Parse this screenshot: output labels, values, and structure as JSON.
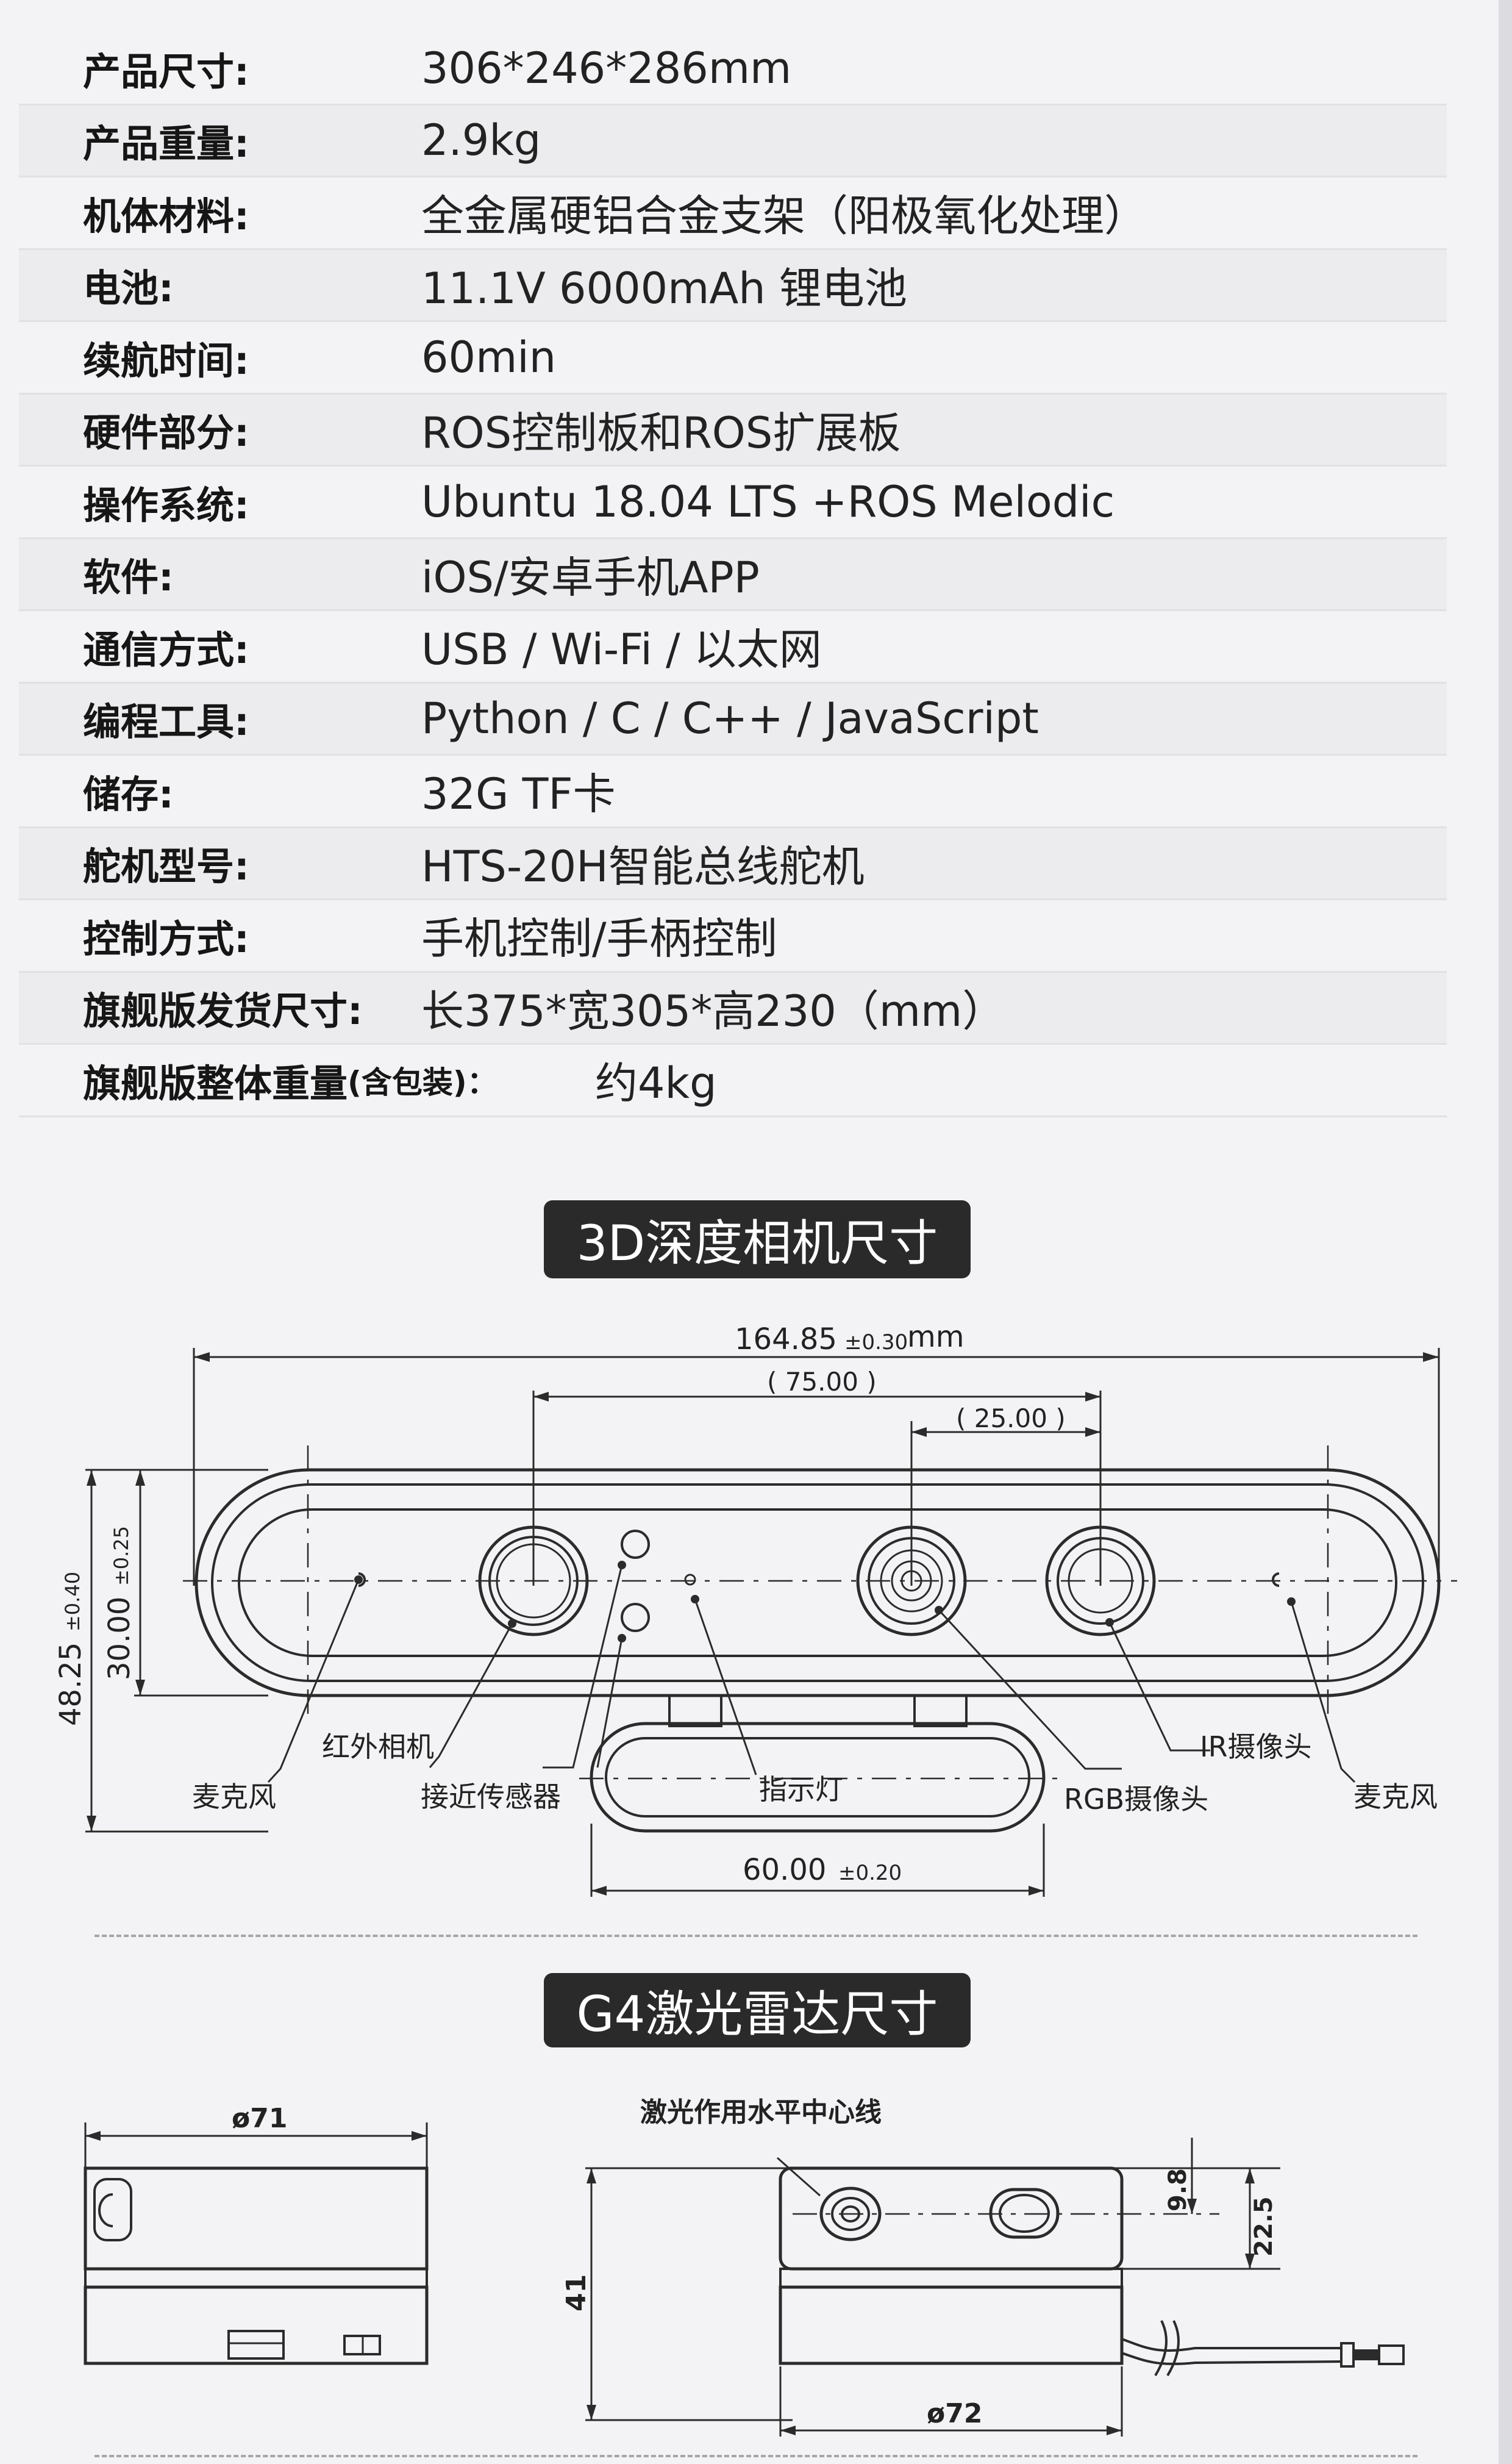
{
  "specs": [
    {
      "label": "产品尺寸:",
      "value": "306*246*286mm"
    },
    {
      "label": "产品重量:",
      "value": "2.9kg"
    },
    {
      "label": "机体材料:",
      "value": "全金属硬铝合金支架（阳极氧化处理）"
    },
    {
      "label": "电池:",
      "value": "11.1V 6000mAh 锂电池"
    },
    {
      "label": "续航时间:",
      "value": "60min"
    },
    {
      "label": "硬件部分:",
      "value": "ROS控制板和ROS扩展板"
    },
    {
      "label": "操作系统:",
      "value": "Ubuntu 18.04 LTS +ROS Melodic"
    },
    {
      "label": "软件:",
      "value": "iOS/安卓手机APP"
    },
    {
      "label": "通信方式:",
      "value": "USB / Wi-Fi / 以太网"
    },
    {
      "label": "编程工具:",
      "value": "Python / C / C++ / JavaScript"
    },
    {
      "label": "储存:",
      "value": "32G TF卡"
    },
    {
      "label": "舵机型号:",
      "value": "HTS-20H智能总线舵机"
    },
    {
      "label": "控制方式:",
      "value": "手机控制/手柄控制"
    },
    {
      "label": "旗舰版发货尺寸:",
      "value": "长375*宽305*高230（mm）"
    },
    {
      "label": "旗舰版整体重量",
      "label_note": "(含包装)：",
      "value": "约4kg"
    }
  ],
  "camera_section": {
    "title": "3D深度相机尺寸",
    "dims": {
      "width": "164.85",
      "width_tol": "±0.30",
      "width_unit": "mm",
      "lens_spacing_outer": "( 75.00 )",
      "lens_spacing_inner": "( 25.00 )",
      "height_outer": "48.25",
      "height_outer_tol": "±0.40",
      "height_inner": "30.00",
      "height_inner_tol": "±0.25",
      "base_width": "60.00",
      "base_width_tol": "±0.20"
    },
    "callouts": {
      "mic_left": "麦克风",
      "ir_camera_left": "红外相机",
      "proximity_sensor": "接近传感器",
      "indicator": "指示灯",
      "rgb_camera": "RGB摄像头",
      "ir_camera_right": "IR摄像头",
      "mic_right": "麦克风"
    }
  },
  "lidar_section": {
    "title": "G4激光雷达尺寸",
    "dims": {
      "top_diameter": "ø71",
      "center_line_note": "激光作用水平中心线",
      "height": "41",
      "laser_height": "9.8",
      "top_height": "22.5",
      "bottom_diameter": "ø72"
    }
  },
  "colors": {
    "badge_bg": "#2a2a2a",
    "row_alt": "#ececee",
    "page_bg": "#f3f3f5"
  }
}
